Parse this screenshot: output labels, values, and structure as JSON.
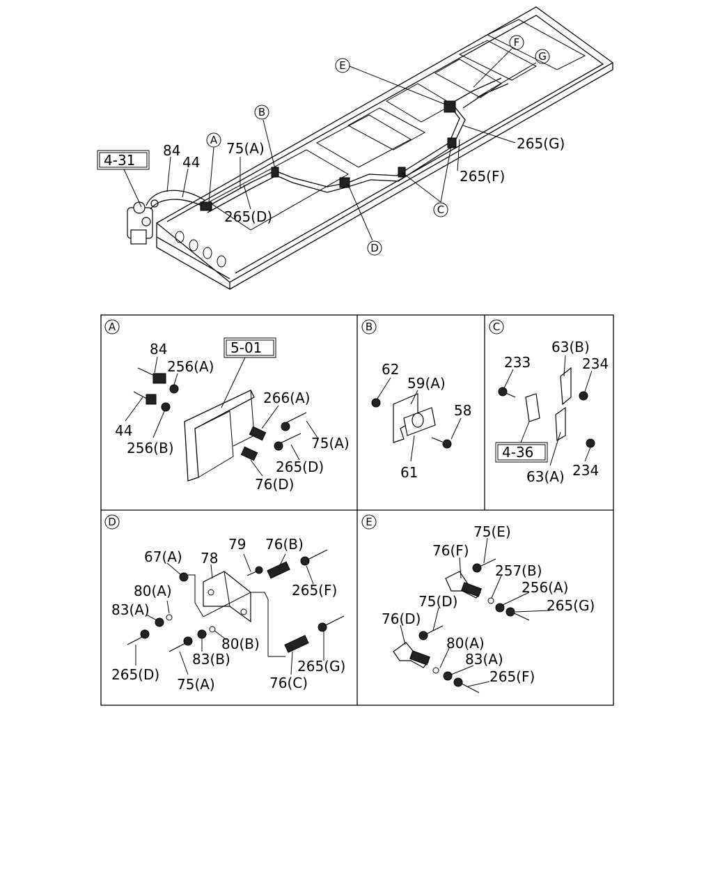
{
  "overview": {
    "labels": {
      "ref_4_31": "4-31",
      "p84": "84",
      "p44": "44",
      "p75a": "75(A)",
      "p265d": "265(D)",
      "p265g": "265(G)",
      "p265f": "265(F)"
    },
    "callouts": {
      "a": "A",
      "b": "B",
      "c": "C",
      "d": "D",
      "e": "E",
      "f": "F",
      "g": "G"
    }
  },
  "panels": {
    "a": {
      "letter": "A",
      "labels": {
        "p84": "84",
        "p256a": "256(A)",
        "ref_5_01": "5-01",
        "p266a": "266(A)",
        "p44": "44",
        "p256b": "256(B)",
        "p75a": "75(A)",
        "p265d": "265(D)",
        "p76d": "76(D)"
      }
    },
    "b": {
      "letter": "B",
      "labels": {
        "p62": "62",
        "p59a": "59(A)",
        "p58": "58",
        "p61": "61"
      }
    },
    "c": {
      "letter": "C",
      "labels": {
        "p63b": "63(B)",
        "p233": "233",
        "p234_top": "234",
        "ref_4_36": "4-36",
        "p63a": "63(A)",
        "p234_bottom": "234"
      }
    },
    "d": {
      "letter": "D",
      "labels": {
        "p79": "79",
        "p76b": "76(B)",
        "p67a": "67(A)",
        "p78": "78",
        "p80a": "80(A)",
        "p265f": "265(F)",
        "p83a": "83(A)",
        "p80b": "80(B)",
        "p83b": "83(B)",
        "p265g": "265(G)",
        "p265d": "265(D)",
        "p75a": "75(A)",
        "p76c": "76(C)"
      }
    },
    "e": {
      "letter": "E",
      "labels": {
        "p75e": "75(E)",
        "p76f": "76(F)",
        "p257b": "257(B)",
        "p256a": "256(A)",
        "p75d": "75(D)",
        "p265g": "265(G)",
        "p76d": "76(D)",
        "p80a": "80(A)",
        "p83a": "83(A)",
        "p265f": "265(F)"
      }
    }
  }
}
